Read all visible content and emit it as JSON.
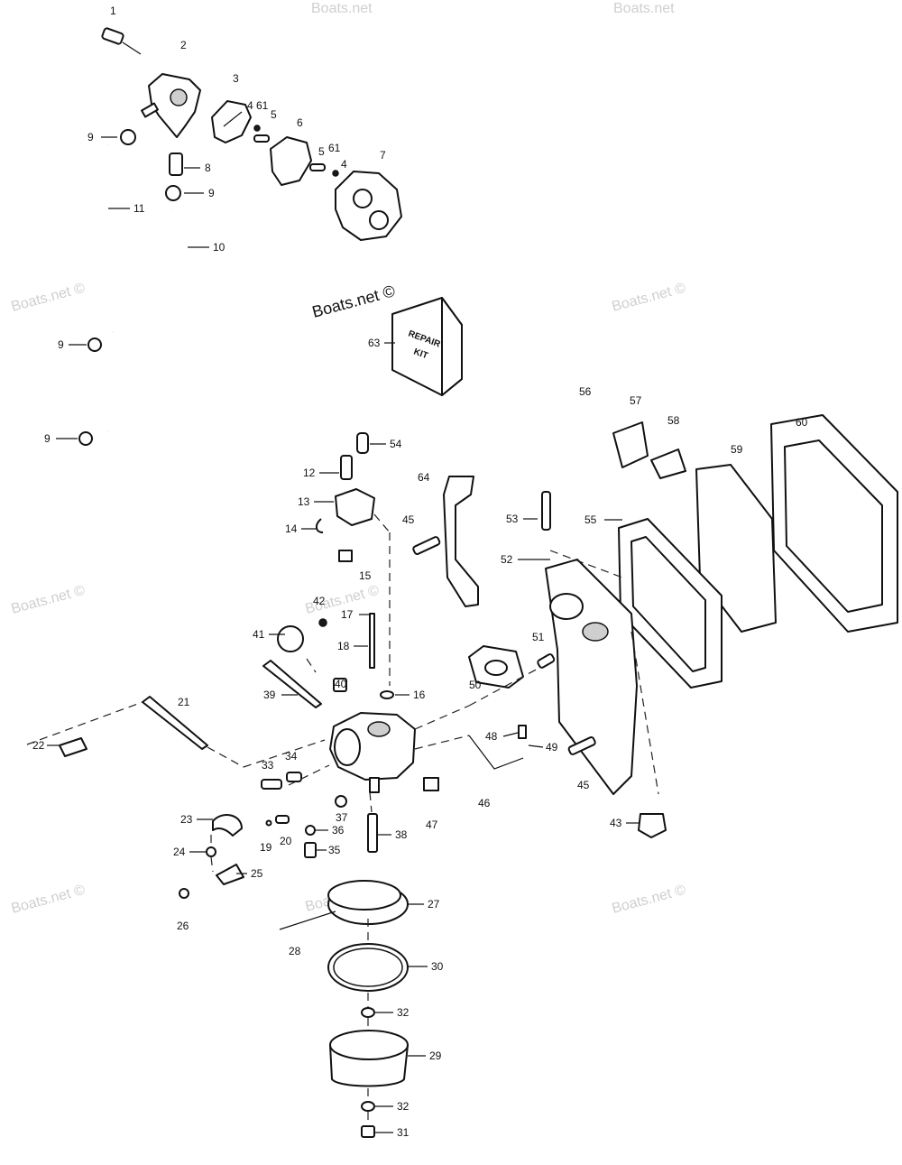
{
  "watermarks": {
    "main": "Boats.net ©",
    "faint": "Boats.net ©",
    "corner": "Boats.net"
  },
  "repair_kit": {
    "line1": "REPAIR",
    "line2": "KIT"
  },
  "callouts": {
    "c1": "1",
    "c2": "2",
    "c3": "3",
    "c4a": "4",
    "c61a": "61",
    "c5a": "5",
    "c6": "6",
    "c5b": "5",
    "c61b": "61",
    "c4b": "4",
    "c7": "7",
    "c8": "8",
    "c9a": "9",
    "c9b": "9",
    "c9c": "9",
    "c9d": "9",
    "c10": "10",
    "c11": "11",
    "c12": "12",
    "c13": "13",
    "c14": "14",
    "c15": "15",
    "c16": "16",
    "c17": "17",
    "c18": "18",
    "c19": "19",
    "c20": "20",
    "c21": "21",
    "c22": "22",
    "c23": "23",
    "c24": "24",
    "c25": "25",
    "c26": "26",
    "c27": "27",
    "c28": "28",
    "c29": "29",
    "c30": "30",
    "c31": "31",
    "c32a": "32",
    "c32b": "32",
    "c33": "33",
    "c34": "34",
    "c35": "35",
    "c36": "36",
    "c37": "37",
    "c38": "38",
    "c39": "39",
    "c40": "40",
    "c41": "41",
    "c42": "42",
    "c43": "43",
    "c45a": "45",
    "c45b": "45",
    "c46": "46",
    "c47": "47",
    "c48": "48",
    "c49": "49",
    "c50": "50",
    "c51": "51",
    "c52": "52",
    "c53": "53",
    "c54": "54",
    "c55": "55",
    "c56": "56",
    "c57": "57",
    "c58": "58",
    "c59": "59",
    "c60": "60",
    "c63": "63",
    "c64": "64"
  }
}
